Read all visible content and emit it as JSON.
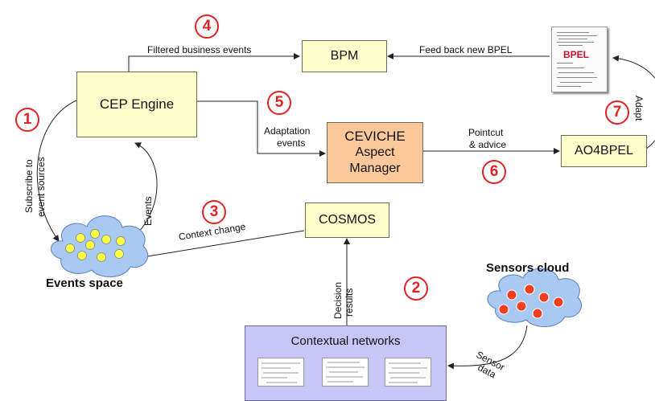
{
  "nodes": {
    "cep_engine": "CEP Engine",
    "bpm": "BPM",
    "ceviche": [
      "CEVICHE",
      "Aspect",
      "Manager"
    ],
    "ao4bpel": "AO4BPEL",
    "cosmos": "COSMOS",
    "contextual_networks": "Contextual networks",
    "bpel_doc": "BPEL"
  },
  "captions": {
    "events_space": "Events space",
    "sensors_cloud": "Sensors cloud"
  },
  "edges": {
    "filtered_business_events": "Filtered business events",
    "feed_back_new_bpel": "Feed back new BPEL",
    "adaptation_events": [
      "Adaptation",
      "events"
    ],
    "pointcut_advice": [
      "Pointcut",
      "& advice"
    ],
    "adapt": "Adapt",
    "subscribe": [
      "Subscribe to",
      "event sources"
    ],
    "events": "Events",
    "context_change": "Context change",
    "decision_results": [
      "Decision",
      "results"
    ],
    "sensor_data": [
      "Sensor",
      "data"
    ]
  },
  "steps": [
    "1",
    "2",
    "3",
    "4",
    "5",
    "6",
    "7"
  ],
  "colors": {
    "step_marker": "#e02222",
    "box_yellow": "#ffffcc",
    "box_orange": "#fdc89a",
    "box_blue": "#c7c6f7",
    "cloud_blue": "#a8c9f2",
    "event_dot": "#ffff44",
    "sensor_dot": "#f04020"
  }
}
